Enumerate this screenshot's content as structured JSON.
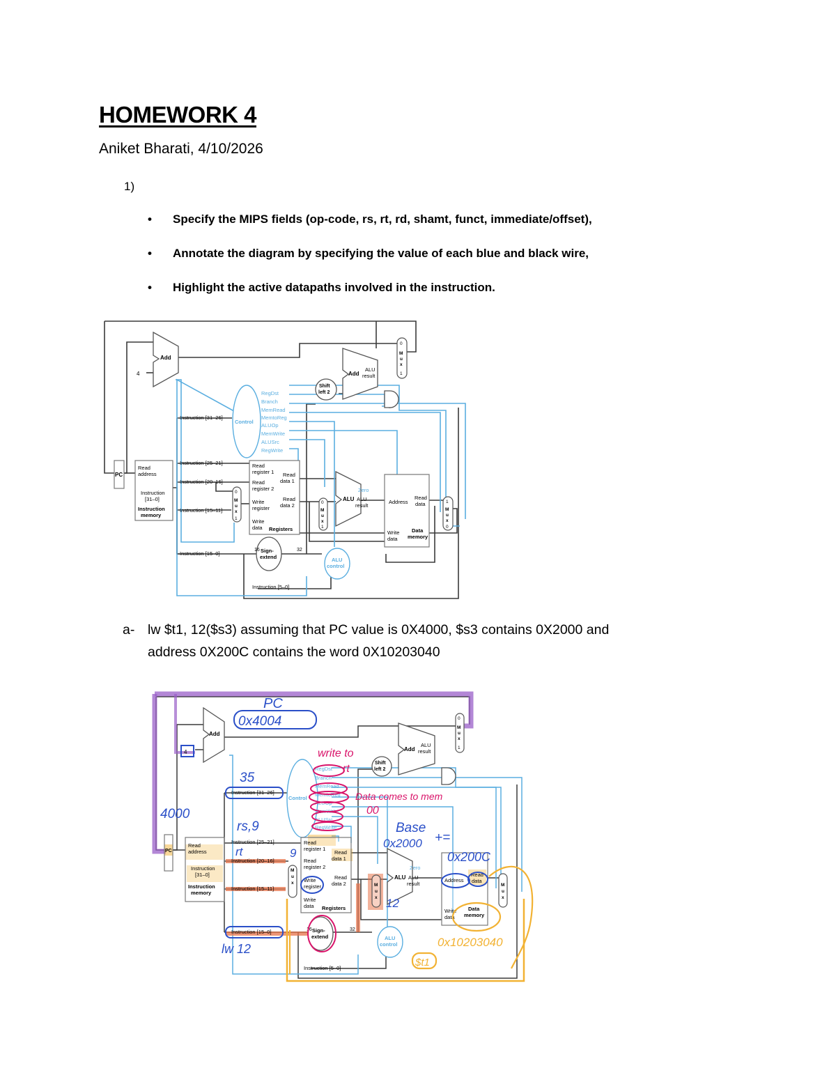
{
  "title": "HOMEWORK 4",
  "author_line": "Aniket Bharati, 4/10/2026",
  "question_number": "1)",
  "bullets": [
    "Specify the MIPS fields (op-code, rs, rt, rd, shamt, funct, immediate/offset),",
    "Annotate the diagram by specifying the value of each blue and black wire,",
    "Highlight the active datapaths involved in the instruction."
  ],
  "part_a": {
    "label": "a-",
    "line1": "lw $t1, 12($s3) assuming that PC value is 0X4000, $s3 contains 0X2000 and",
    "line2": "address 0X200C contains the word 0X10203040"
  },
  "diagram": {
    "add": "Add",
    "four": "4",
    "alu": "ALU",
    "alu_result": "result",
    "shift_left_2_a": "Shift",
    "shift_left_2_b": "left 2",
    "control": "Control",
    "control_signals": [
      "RegDst",
      "Branch",
      "MemRead",
      "MemtoReg",
      "ALUOp",
      "MemWrite",
      "ALUSrc",
      "RegWrite"
    ],
    "instr_31_26": "Instruction [31–26]",
    "instr_25_21": "Instruction [25–21]",
    "instr_20_16": "Instruction [20–16]",
    "instr_15_11": "Instruction [15–11]",
    "instr_15_0": "Instruction [15–0]",
    "instr_5_0": "Instruction [5–0]",
    "pc": "PC",
    "read_address_a": "Read",
    "read_address_b": "address",
    "instruction_a": "Instruction",
    "instruction_b": "[31–0]",
    "instruction_memory_a": "Instruction",
    "instruction_memory_b": "memory",
    "read_register_1_a": "Read",
    "read_register_1_b": "register 1",
    "read_register_2_a": "Read",
    "read_register_2_b": "register 2",
    "write_register_a": "Write",
    "write_register_b": "register",
    "write_data_a": "Write",
    "write_data_b": "data",
    "registers": "Registers",
    "read_data_1_a": "Read",
    "read_data_1_b": "data 1",
    "read_data_2_a": "Read",
    "read_data_2_b": "data 2",
    "zero": "Zero",
    "address": "Address",
    "read_data_a": "Read",
    "read_data_b": "data",
    "data_memory_a": "Data",
    "data_memory_b": "memory",
    "sign_extend_a": "Sign-",
    "sign_extend_b": "extend",
    "sixteen": "16",
    "thirty_two": "32",
    "alu_control_a": "ALU",
    "alu_control_b": "control",
    "mux_0": "0",
    "mux_1": "1",
    "mux_letters": [
      "M",
      "u",
      "x"
    ]
  },
  "annotations": {
    "pc_label": "PC",
    "pc_plus_4": "0x4004",
    "write_to": "write to",
    "rt": "rt",
    "opcode": "35",
    "data_comes_from": "Data comes to mem",
    "aluop": "00",
    "pc_value": "4000",
    "rs_label": "rs,9",
    "rt_label": "rt",
    "rt_value": "9",
    "base": "Base",
    "base_value": "0x2000",
    "plus_equals": "+=",
    "address_value": "0x200C",
    "imm": "12",
    "lw_imm": "lw 12",
    "read_word": "0x10203040",
    "dest_reg": "$t1"
  },
  "colors": {
    "wire_black": "#3a3a3a",
    "wire_blue": "#5aaee0",
    "highlight_purple": "#9a5fc8",
    "highlight_orange": "#e8744a",
    "highlight_yellow": "#f2b233",
    "highlight_magenta": "#d9146a",
    "ink_blue": "#2a4fc8"
  }
}
